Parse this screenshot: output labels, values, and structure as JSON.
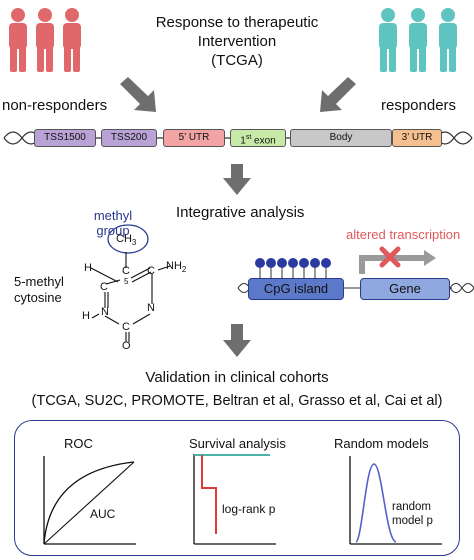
{
  "header": {
    "title_line1": "Response to therapeutic",
    "title_line2": "Intervention",
    "title_line3": "(TCGA)"
  },
  "groups": {
    "left": "non-responders",
    "right": "responders"
  },
  "gene_segments": {
    "tss1500": "TSS1500",
    "tss200": "TSS200",
    "utr5": "5’ UTR",
    "exon1_num": "1",
    "exon1_sup": "st",
    "exon1_word": " exon",
    "body": "Body",
    "utr3": "3’ UTR"
  },
  "integrative": "Integrative analysis",
  "molecule": {
    "methyl_line1": "methyl",
    "methyl_line2": "group",
    "ch3": "CH",
    "ch3_sub": "3",
    "name_line1": "5-methyl",
    "name_line2": "cytosine",
    "atom_h_left": "H",
    "atom_c_top": "C",
    "atom_5": "5",
    "atom_c_right": "C",
    "atom_nh2": "NH",
    "atom_nh2_sub": "2",
    "atom_c_left": "C",
    "atom_n_right": "N",
    "atom_h_bottom": "H",
    "atom_n_bottom": "N",
    "atom_c_bottom": "C",
    "atom_o": "O"
  },
  "transcription": {
    "altered": "altered transcription",
    "cpg": "CpG island",
    "gene": "Gene"
  },
  "validation": {
    "title": "Validation in clinical cohorts",
    "cohorts": "(TCGA, SU2C, PROMOTE, Beltran et al, Grasso et al, Cai et al)"
  },
  "panel": {
    "roc_title": "ROC",
    "auc": "AUC",
    "survival_title": "Survival analysis",
    "logrank": "log-rank p",
    "random_title": "Random models",
    "random_line1": "random",
    "random_line2": "model p"
  },
  "colors": {
    "nonresponders": "#e0686b",
    "responders": "#5ec4bf",
    "tss1500": "#b9a3d6",
    "tss200": "#b9a3d6",
    "utr5": "#f2a3a3",
    "exon1": "#c9e9a8",
    "body": "#c8c8c8",
    "utr3": "#f5c08f",
    "methyl_text": "#2b3a8f",
    "altered_text": "#e0585b",
    "cpg_fill": "#5b79c8",
    "gene_fill": "#8fa8e0",
    "panel_border": "#2b3a8f",
    "survival_red": "#e03a3a",
    "survival_teal": "#4bb3a8",
    "random_curve": "#5560c8"
  }
}
